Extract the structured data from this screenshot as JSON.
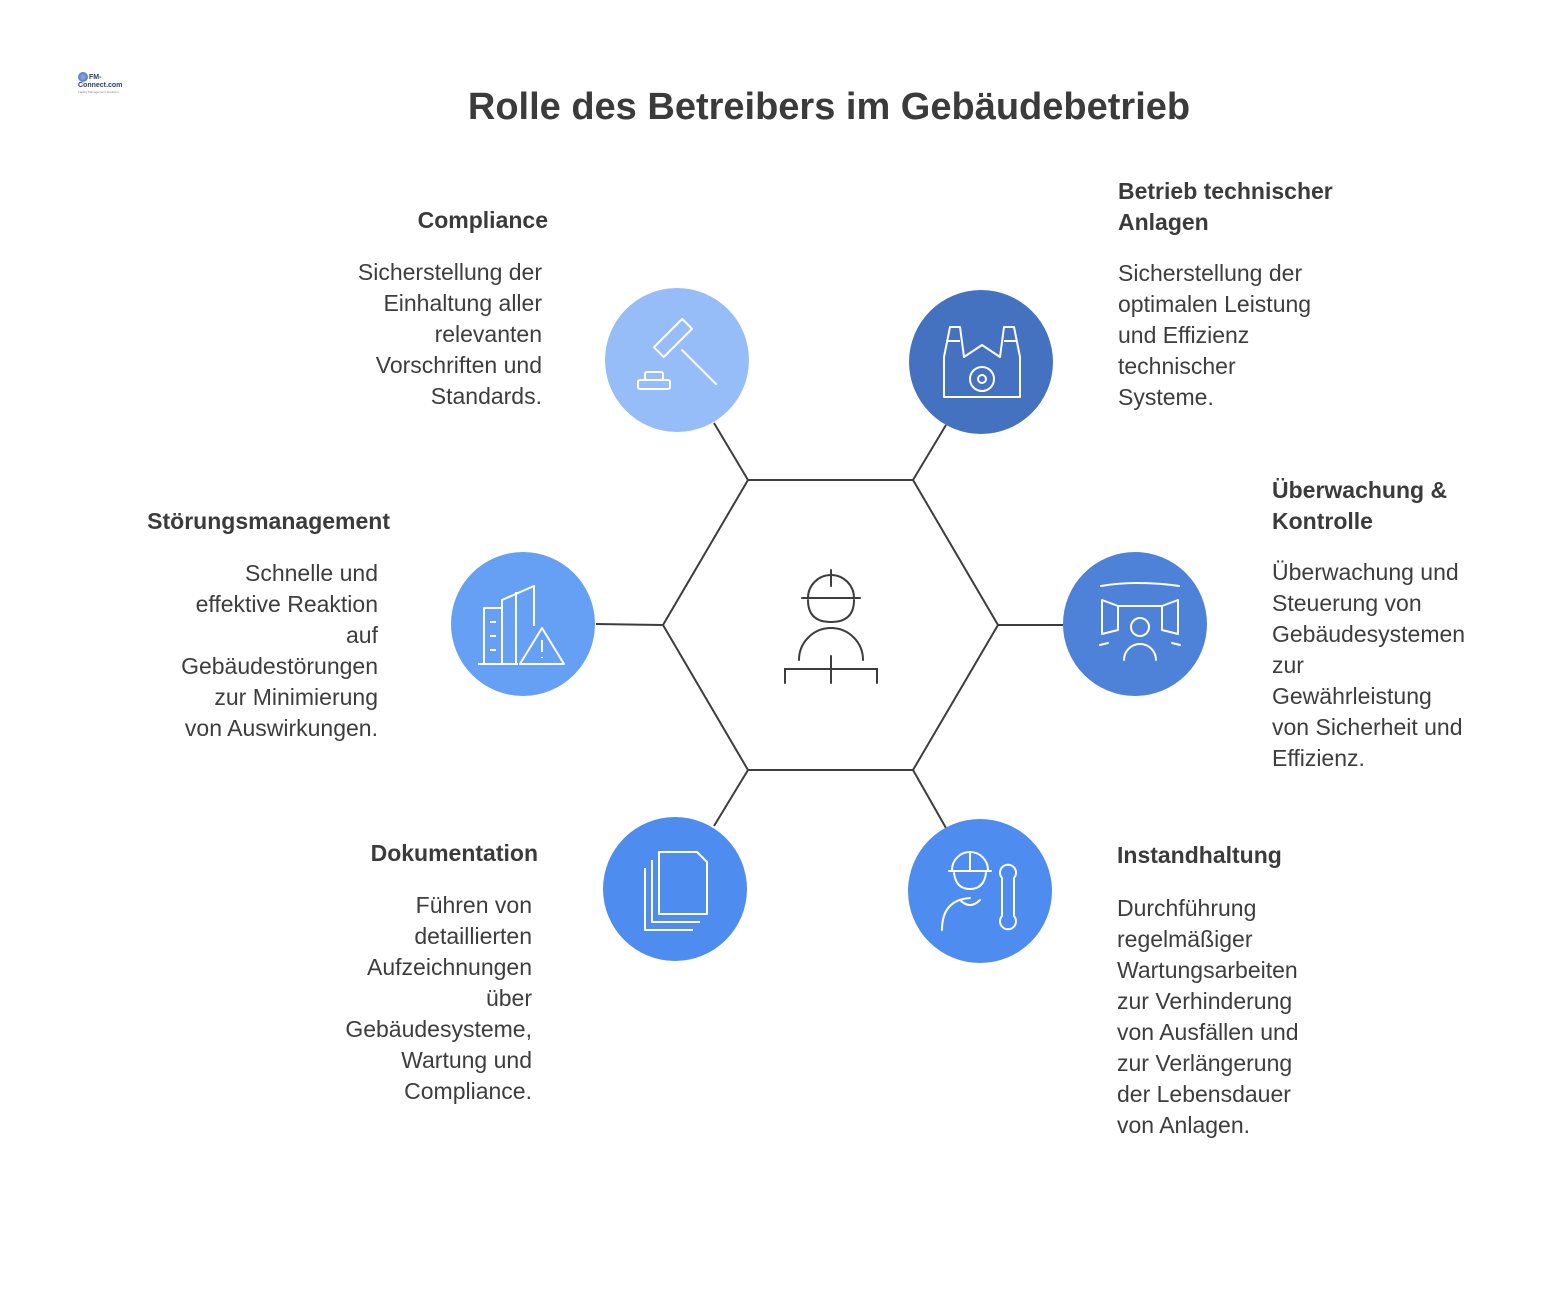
{
  "brand": {
    "logo_text": "FM-Connect.com",
    "logo_tagline": "Facility Management Solutions"
  },
  "title": "Rolle des Betreibers im Gebäudebetrieb",
  "center": {
    "icon": "operator-hardhat-icon"
  },
  "colors": {
    "compliance": "#97bdf9",
    "betrieb": "#4472c0",
    "ueberwachung": "#4d82d8",
    "instandhaltung": "#4f8cf0",
    "dokumentation": "#4f8cf0",
    "stoerung": "#66a0f5",
    "lines": "#3d3d3d",
    "text": "#3d3d3d"
  },
  "items": {
    "compliance": {
      "title": "Compliance",
      "text": "Sicherstellung der\nEinhaltung aller\nrelevanten\nVorschriften und\nStandards.",
      "icon": "gavel-icon"
    },
    "betrieb": {
      "title": "Betrieb technischer\nAnlagen",
      "text": "Sicherstellung der\noptimalen Leistung\nund Effizienz\ntechnischer\nSysteme.",
      "icon": "factory-gear-icon"
    },
    "ueberwachung": {
      "title": "Überwachung &\nKontrolle",
      "text": "Überwachung und\nSteuerung von\nGebäudesystemen\nzur\nGewährleistung\nvon Sicherheit und\nEffizienz.",
      "icon": "monitoring-icon"
    },
    "instandhaltung": {
      "title": "Instandhaltung",
      "text": "Durchführung\nregelmäßiger\nWartungsarbeiten\nzur Verhinderung\nvon Ausfällen und\nzur Verlängerung\nder Lebensdauer\nvon Anlagen.",
      "icon": "technician-wrench-icon"
    },
    "dokumentation": {
      "title": "Dokumentation",
      "text": "Führen von\ndetaillierten\nAufzeichnungen\nüber\nGebäudesysteme,\nWartung und\nCompliance.",
      "icon": "documents-icon"
    },
    "stoerung": {
      "title": "Störungsmanagement",
      "text": "Schnelle und\neffektive Reaktion\nauf\nGebäudestörungen\nzur Minimierung\nvon Auswirkungen.",
      "icon": "building-warning-icon"
    }
  }
}
